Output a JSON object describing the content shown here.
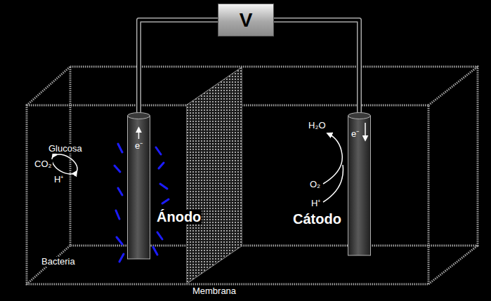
{
  "diagram": {
    "nodes": [
      {
        "text": [
          "V"
        ]
      },
      {
        "text": [
          "e⁻"
        ]
      },
      {
        "text": [
          "Membrana"
        ]
      },
      {
        "text": [
          "e⁻"
        ]
      }
    ],
    "edges": [
      {
        "from": 0,
        "to": 1,
        "arrow": "none"
      },
      {
        "from": 0,
        "to": 3,
        "arrow": "none"
      }
    ],
    "labels": [
      "Glucosa",
      "CO₂",
      "H⁺",
      "Ánodo",
      "Bacteria",
      "H₂O",
      "Cátodo",
      "O₂",
      "H⁺"
    ]
  }
}
